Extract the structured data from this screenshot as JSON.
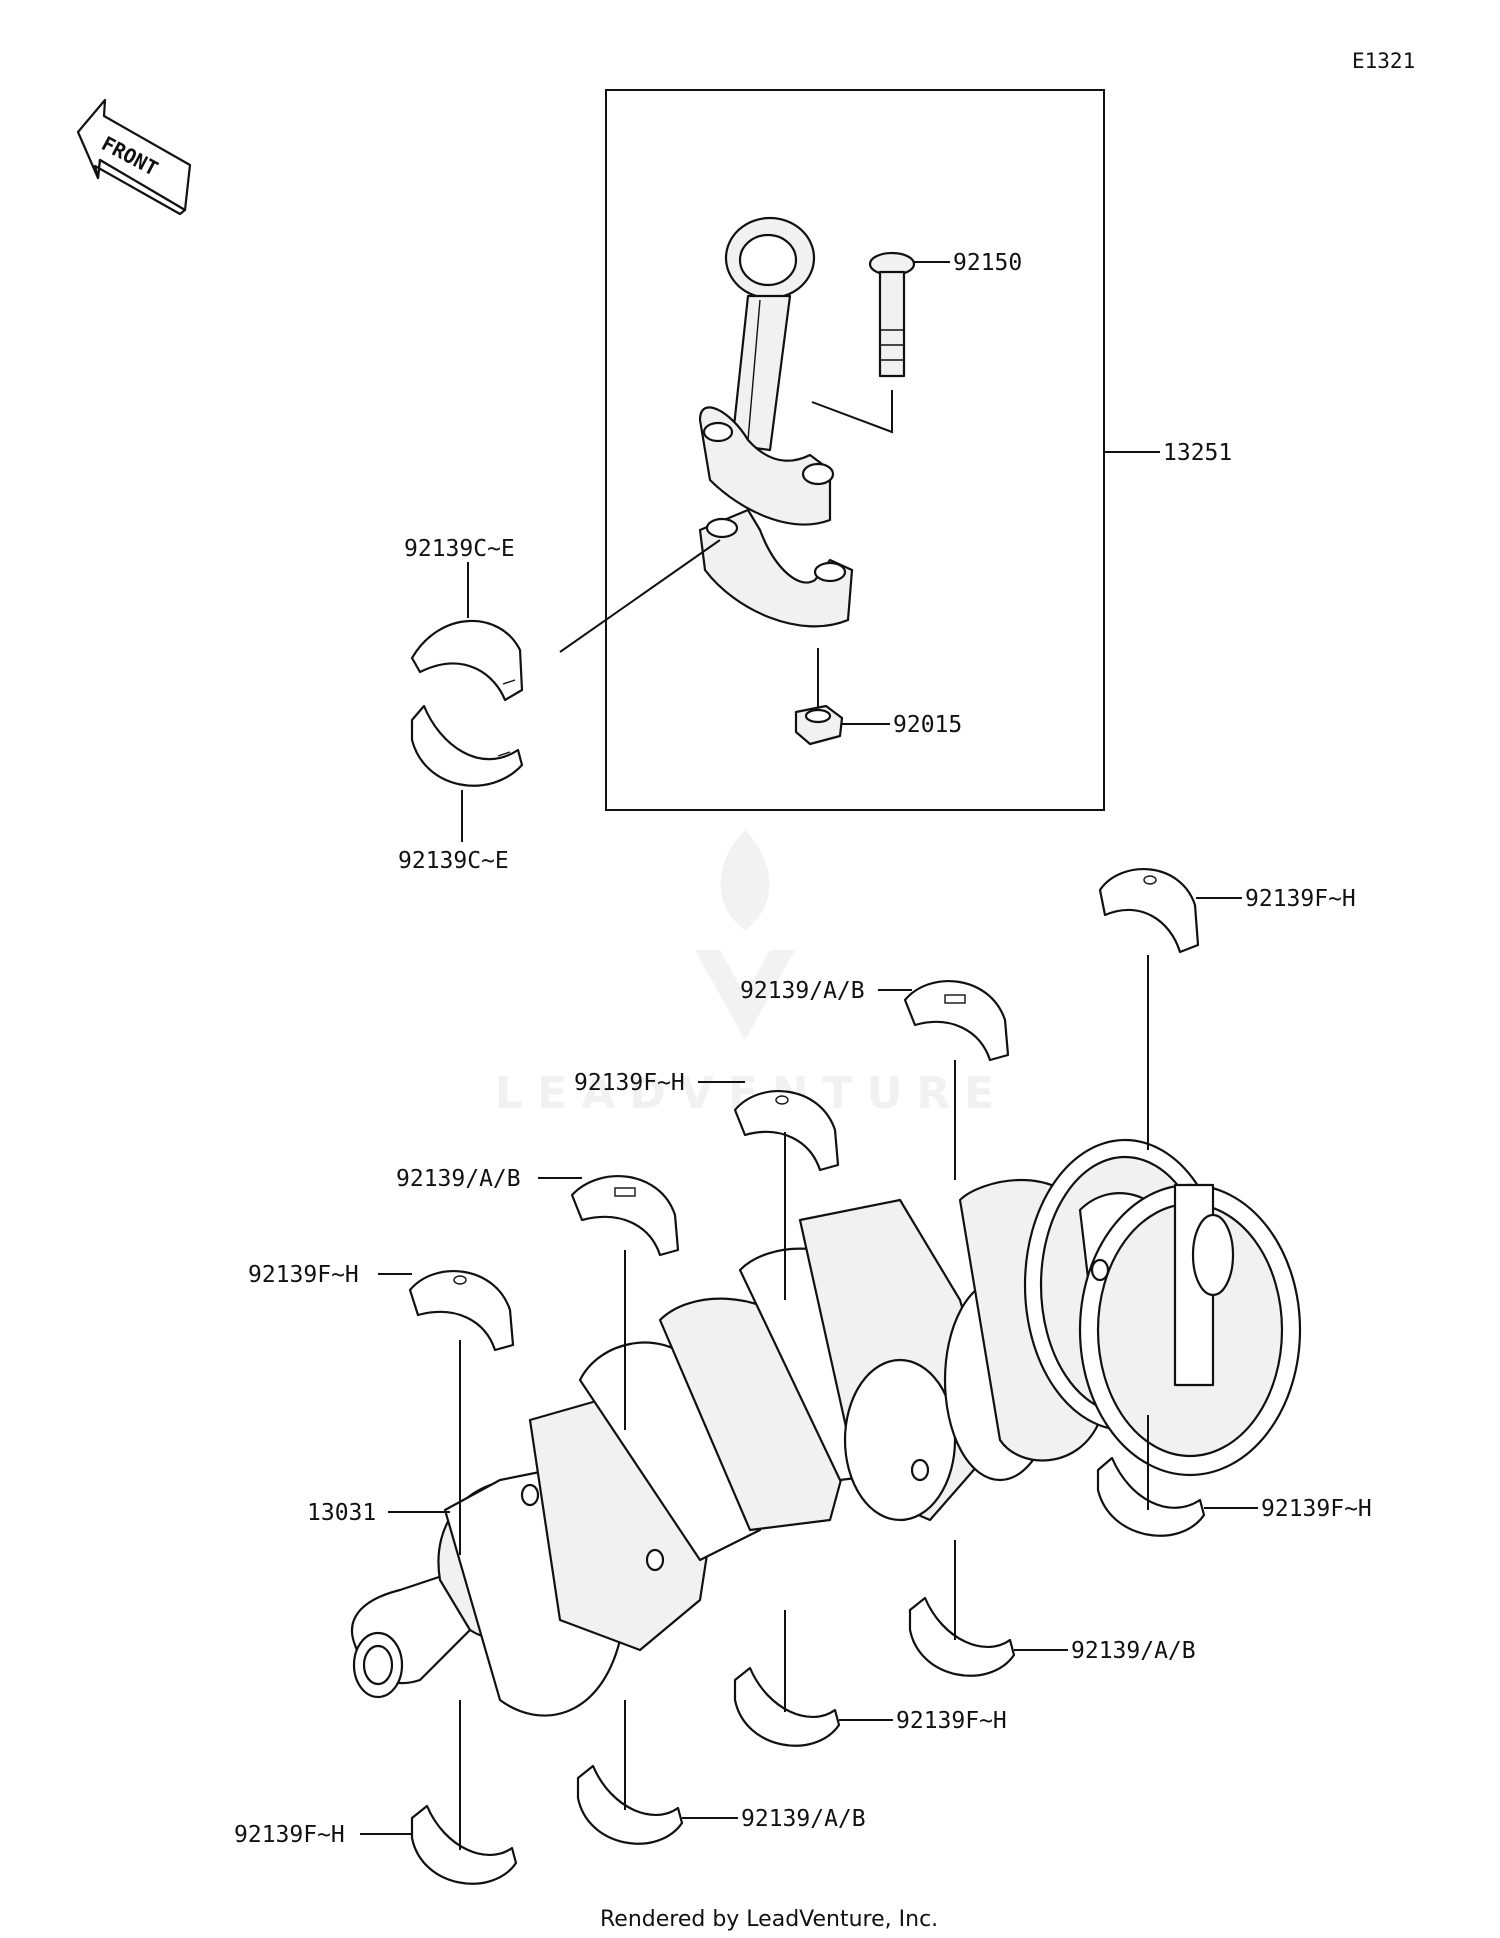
{
  "diagram_code": "E1321",
  "front_label": "FRONT",
  "watermark": "LEADVENTURE",
  "footer": "Rendered by LeadVenture, Inc.",
  "callouts": {
    "rod_bolt": "92150",
    "connecting_rod_assy": "13251",
    "rod_nut": "92015",
    "rod_bearing_upper": "92139C~E",
    "rod_bearing_lower": "92139C~E",
    "main_bearing_1": "92139F~H",
    "main_bearing_2": "92139/A/B",
    "main_bearing_3": "92139F~H",
    "main_bearing_4": "92139/A/B",
    "main_bearing_5": "92139F~H",
    "crankshaft": "13031",
    "main_bearing_6": "92139F~H",
    "main_bearing_7": "92139/A/B",
    "main_bearing_8": "92139F~H",
    "main_bearing_9": "92139/A/B",
    "main_bearing_10": "92139F~H"
  }
}
